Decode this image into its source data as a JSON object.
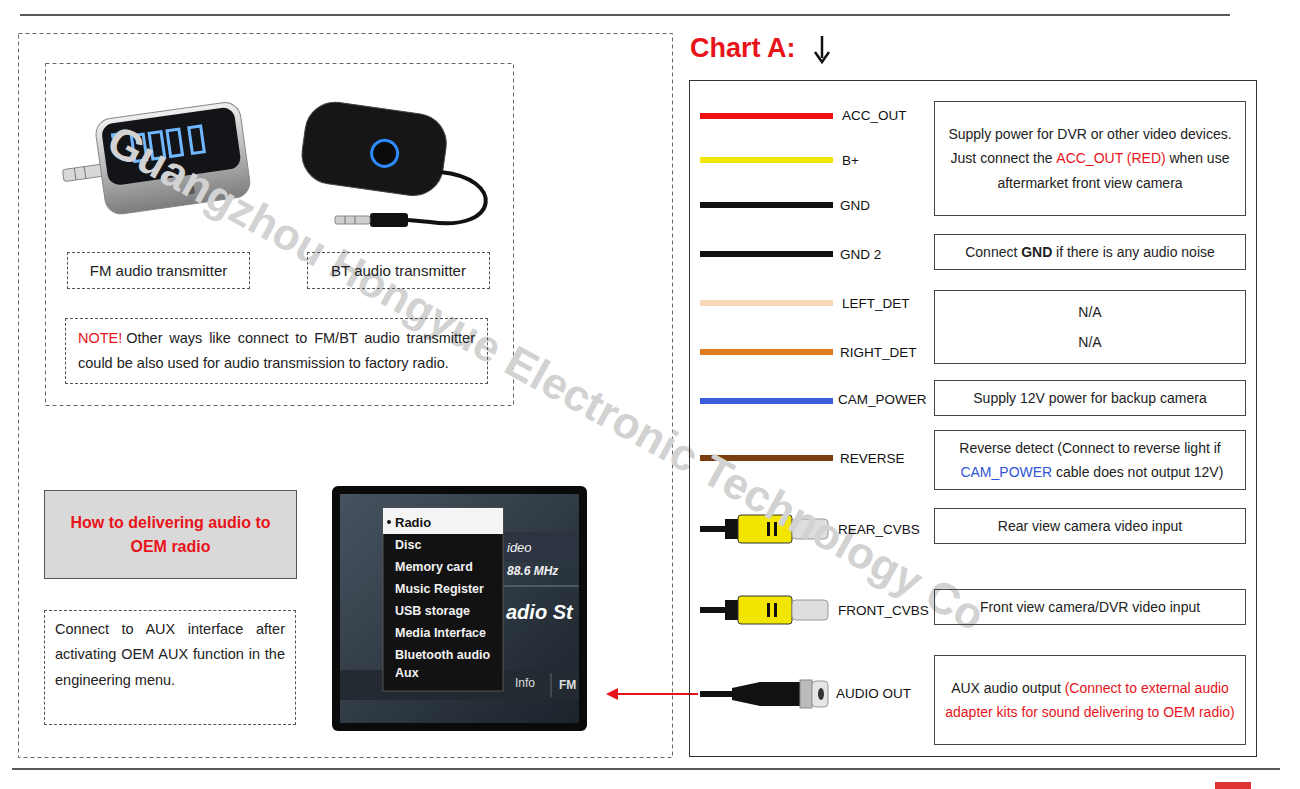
{
  "diagram": {
    "nodes": [
      {
        "text": [
          "FM audio transmitter"
        ]
      },
      {
        "text": [
          "BT audio transmitter"
        ]
      },
      {
        "text": [
          "NOTE!",
          "Other ways like connect to FM/BT audio transmitter could be also used for audio transmission to factory radio."
        ]
      },
      {
        "text": [
          "How to delivering audio to OEM radio"
        ]
      },
      {
        "text": [
          "Radio",
          "Disc",
          "Memory card",
          "Music Register",
          "USB storage",
          "Media Interface",
          "Bluetooth audio",
          "Aux",
          "ideo",
          "88.6 MHz",
          "adio St",
          "Info",
          "FM"
        ]
      },
      {
        "text": [
          "Connect to AUX interface after activating OEM AUX function in the engineering menu."
        ]
      },
      {
        "text": [
          "Chart A:"
        ]
      },
      {
        "text": [
          "Supply power for DVR or other video devices. Just connect the",
          "ACC_OUT (RED)",
          "when use aftermarket front view camera"
        ],
        "in": 6
      },
      {
        "text": [
          "Connect",
          "GND",
          "if there is any audio noise"
        ],
        "in": 6
      },
      {
        "text": [
          "N/A",
          "N/A"
        ],
        "in": 6
      },
      {
        "text": [
          "Supply 12V power for backup camera"
        ],
        "in": 6
      },
      {
        "text": [
          "Reverse detect (Connect to reverse light if",
          "CAM_POWER",
          "cable does not output 12V)"
        ],
        "in": 6
      },
      {
        "text": [
          "Rear view camera video input"
        ],
        "in": 6
      },
      {
        "text": [
          "Front view camera/DVR video input"
        ],
        "in": 6
      },
      {
        "text": [
          "AUX audio output",
          "(Connect to external audio adapter kits for sound delivering to OEM radio)"
        ],
        "in": 6
      }
    ],
    "labels": [
      "ACC_OUT",
      "B+",
      "GND",
      "GND 2",
      "LEFT_DET",
      "RIGHT_DET",
      "CAM_POWER",
      "REVERSE",
      "REAR_CVBS",
      "FRONT_CVBS",
      "AUDIO OUT",
      "Guangzhou Hongyue Electronic Technology Co"
    ]
  }
}
